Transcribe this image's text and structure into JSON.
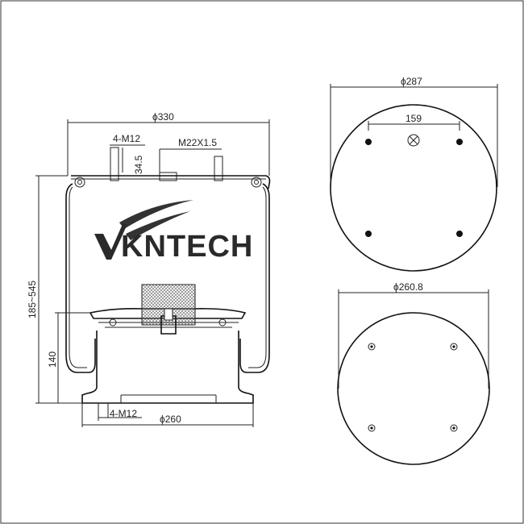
{
  "brand": {
    "name": "KNTECH",
    "accent": "#2a2a2a"
  },
  "side_view": {
    "top_diameter": "ϕ330",
    "top_studs": "4-M12",
    "stud_height": "34.5",
    "air_fitting": "M22X1.5",
    "height_range": "185~545",
    "piston_height": "140",
    "bottom_studs": "4-M12",
    "bottom_diameter": "ϕ260"
  },
  "top_plate": {
    "diameter": "ϕ287",
    "bolt_spacing": "159"
  },
  "bottom_plate": {
    "diameter": "ϕ260.8"
  }
}
